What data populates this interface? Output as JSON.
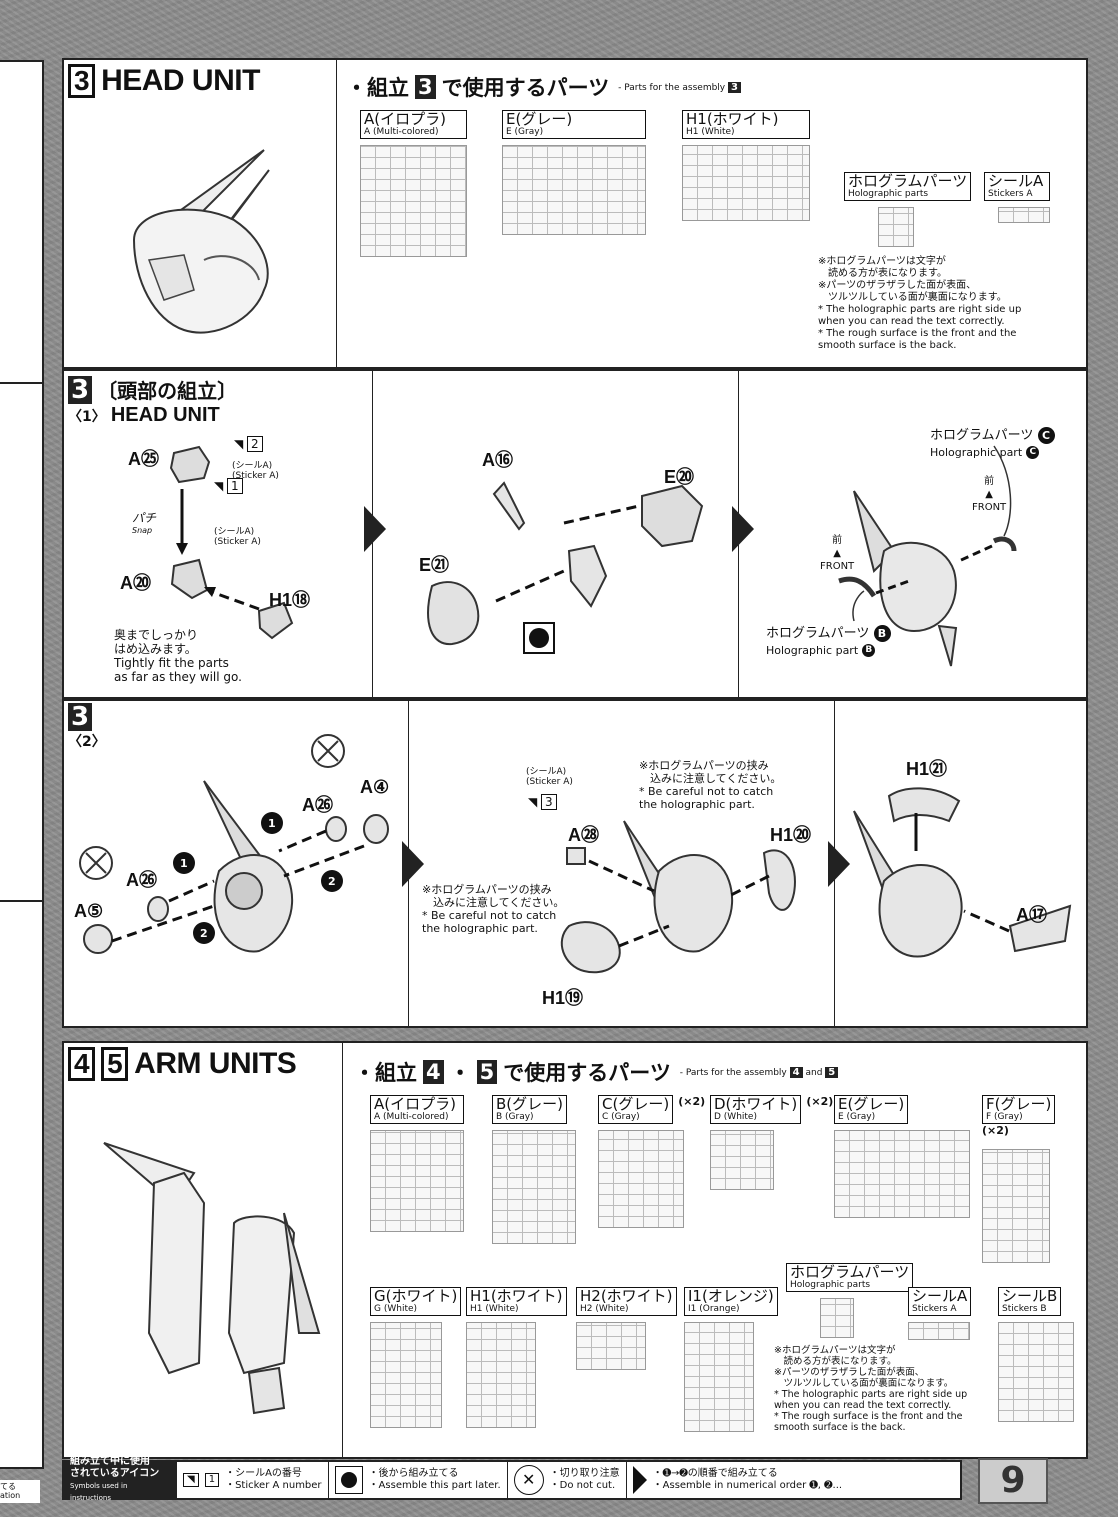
{
  "left_strip": {
    "line1": "てる",
    "line2": "ation"
  },
  "section3": {
    "number": "3",
    "title": "HEAD UNIT",
    "parts_heading": "・組立",
    "parts_heading_num": "3",
    "parts_heading_suffix": "で使用するパーツ",
    "parts_heading_en": "Parts for the assembly",
    "parts_heading_en_num": "3",
    "runners": [
      {
        "jp": "A(イロプラ)",
        "en": "A (Multi-colored)"
      },
      {
        "jp": "E(グレー)",
        "en": "E (Gray)"
      },
      {
        "jp": "H1(ホワイト)",
        "en": "H1 (White)"
      }
    ],
    "holo": {
      "jp": "ホログラムパーツ",
      "en": "Holographic parts"
    },
    "sticker": {
      "jp": "シールA",
      "en": "Stickers A"
    },
    "notes": [
      "※ホログラムパーツは文字が",
      "　読める方が表になります。",
      "※パーツのザラザラした面が表面、",
      "　ツルツルしている面が裏面になります。",
      "* The holographic parts are right side up",
      "  when you can read the text correctly.",
      "* The rough surface is the front and the",
      "  smooth surface is the back."
    ]
  },
  "step31": {
    "num": "3",
    "jp": "〔頭部の組立〕",
    "sub": "〈1〉",
    "en": "HEAD UNIT",
    "a25": "A㉕",
    "sticker2": "2",
    "sticker1": "1",
    "sticker_label_jp": "(シールA)",
    "sticker_label_en": "(Sticker A)",
    "snap": "パチ",
    "snap_en": "Snap",
    "a20": "A⑳",
    "h118": "H1⑱",
    "fit_jp1": "奥までしっかり",
    "fit_jp2": "はめ込みます。",
    "fit_en1": "Tightly fit the parts",
    "fit_en2": "as far as they will go.",
    "a16": "A⑯",
    "e20": "E⑳",
    "e21": "E㉑",
    "holo_c_jp": "ホログラムパーツ",
    "holo_c_en": "Holographic part",
    "holo_b_jp": "ホログラムパーツ",
    "holo_b_en": "Holographic part",
    "c_mark": "C",
    "b_mark": "B",
    "front_jp": "前",
    "front_en": "FRONT"
  },
  "step32": {
    "num": "3",
    "sub": "〈2〉",
    "a26a": "A㉖",
    "a4": "A④",
    "a26b": "A㉖",
    "a5": "A⑤",
    "o1": "1",
    "o2": "2",
    "sticker_jp": "(シールA)",
    "sticker_en": "(Sticker A)",
    "sticker3": "3",
    "a28": "A㉘",
    "h120": "H1⑳",
    "h119": "H1⑲",
    "careful_jp1": "※ホログラムパーツの挟み",
    "careful_jp2": "　込みに注意してください。",
    "careful_en1": "* Be careful not to catch",
    "careful_en2": "  the holographic part.",
    "h121": "H1㉑",
    "a17": "A⑰"
  },
  "section45": {
    "num1": "4",
    "num2": "5",
    "title": "ARM UNITS",
    "parts_heading": "・組立",
    "parts_heading_num1": "4",
    "parts_heading_dot": "・",
    "parts_heading_num2": "5",
    "parts_heading_suffix": "で使用するパーツ",
    "parts_heading_en": "Parts for the assembly",
    "parts_heading_en_num1": "4",
    "parts_heading_en_and": "and",
    "parts_heading_en_num2": "5",
    "runners_row1": [
      {
        "jp": "A(イロプラ)",
        "en": "A (Multi-colored)",
        "qty": ""
      },
      {
        "jp": "B(グレー)",
        "en": "B (Gray)",
        "qty": ""
      },
      {
        "jp": "C(グレー)",
        "en": "C (Gray)",
        "qty": "(×2)"
      },
      {
        "jp": "D(ホワイト)",
        "en": "D (White)",
        "qty": "(×2)"
      },
      {
        "jp": "E(グレー)",
        "en": "E (Gray)",
        "qty": ""
      },
      {
        "jp": "F(グレー)",
        "en": "F (Gray)",
        "qty": "(×2)"
      }
    ],
    "runners_row2": [
      {
        "jp": "G(ホワイト)",
        "en": "G (White)"
      },
      {
        "jp": "H1(ホワイト)",
        "en": "H1 (White)"
      },
      {
        "jp": "H2(ホワイト)",
        "en": "H2 (White)"
      },
      {
        "jp": "I1(オレンジ)",
        "en": "I1 (Orange)"
      }
    ],
    "holo": {
      "jp": "ホログラムパーツ",
      "en": "Holographic parts"
    },
    "stickerA": {
      "jp": "シールA",
      "en": "Stickers A"
    },
    "stickerB": {
      "jp": "シールB",
      "en": "Stickers B"
    },
    "notes": [
      "※ホログラムパーツは文字が",
      "　読める方が表になります。",
      "※パーツのザラザラした面が表面、",
      "　ツルツルしている面が裏面になります。",
      "* The holographic parts are right side up",
      "  when you can read the text correctly.",
      "* The rough surface is the front and the",
      "  smooth surface is the back."
    ]
  },
  "legend": {
    "title1": "組み立て中に使用",
    "title2": "されているアイコン",
    "title_en": "Symbols used in instructions",
    "sticker_num": "1",
    "sticker_jp": "・シールAの番号",
    "sticker_en": "・Sticker A number",
    "later_jp": "・後から組み立てる",
    "later_en": "・Assemble this part later.",
    "cut_jp": "・切り取り注意",
    "cut_en": "・Do not cut.",
    "order_jp": "・➊→➋の順番で組み立てる",
    "order_en": "・Assemble in numerical order ➊, ➋..."
  },
  "page_number": "9"
}
